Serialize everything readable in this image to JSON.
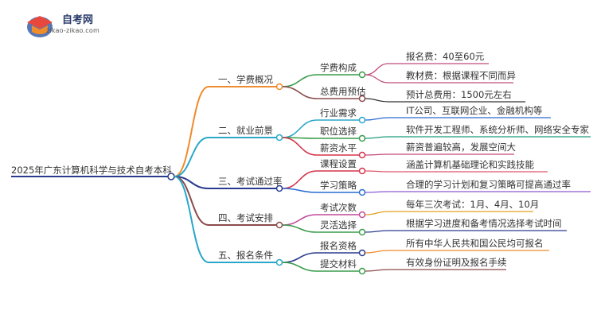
{
  "logo": {
    "title": "自考网",
    "url": "zikao-zikao.com"
  },
  "root": "2025年广东计算机科学与技术自考本科",
  "branches": [
    {
      "label": "一、学费概况",
      "color": "#f08a2c",
      "children": [
        {
          "label": "学费构成",
          "color": "#3a9b4a",
          "leaves": [
            {
              "text": "报名费：40至60元",
              "color": "#c14a7a"
            },
            {
              "text": "教材费：根据课程不同而异",
              "color": "#c14a7a"
            }
          ]
        },
        {
          "label": "总费用预估",
          "color": "#8b4a4a",
          "leaves": [
            {
              "text": "预计总费用：1500元左右",
              "color": "#333333"
            }
          ]
        }
      ]
    },
    {
      "label": "二、就业前景",
      "color": "#2aa7c9",
      "children": [
        {
          "label": "行业需求",
          "color": "#2aa7c9",
          "leaves": [
            {
              "text": "IT公司、互联网企业、金融机构等",
              "color": "#2a6bd1"
            }
          ]
        },
        {
          "label": "职位选择",
          "color": "#3a9b4a",
          "leaves": [
            {
              "text": "软件开发工程师、系统分析师、网络安全专家",
              "color": "#1f9c7a"
            }
          ]
        },
        {
          "label": "薪资水平",
          "color": "#d6334a",
          "leaves": [
            {
              "text": "薪资普遍较高，发展空间大",
              "color": "#c14a7a"
            }
          ]
        }
      ]
    },
    {
      "label": "三、考试通过率",
      "color": "#2a3b8f",
      "children": [
        {
          "label": "课程设置",
          "color": "#d6334a",
          "leaves": [
            {
              "text": "涵盖计算机基础理论和实践技能",
              "color": "#e0566a"
            }
          ]
        },
        {
          "label": "学习策略",
          "color": "#2a6bd1",
          "leaves": [
            {
              "text": "合理的学习计划和复习策略可提高通过率",
              "color": "#8a5ad1"
            }
          ]
        }
      ]
    },
    {
      "label": "四、考试安排",
      "color": "#8b4a4a",
      "children": [
        {
          "label": "考试次数",
          "color": "#c14a9a",
          "leaves": [
            {
              "text": "每年三次考试：1月、4月、10月",
              "color": "#e0a020"
            }
          ]
        },
        {
          "label": "灵活选择",
          "color": "#3a9b4a",
          "leaves": [
            {
              "text": "根据学习进度和备考情况选择考试时间",
              "color": "#2a3b8f"
            }
          ]
        }
      ]
    },
    {
      "label": "五、报名条件",
      "color": "#2aa7c9",
      "children": [
        {
          "label": "报名资格",
          "color": "#2a3b8f",
          "leaves": [
            {
              "text": "所有中华人民共和国公民均可报名",
              "color": "#f08a2c"
            }
          ]
        },
        {
          "label": "提交材料",
          "color": "#3a9b4a",
          "leaves": [
            {
              "text": "有效身份证明及报名手续",
              "color": "#8b4a4a"
            }
          ]
        }
      ]
    }
  ]
}
